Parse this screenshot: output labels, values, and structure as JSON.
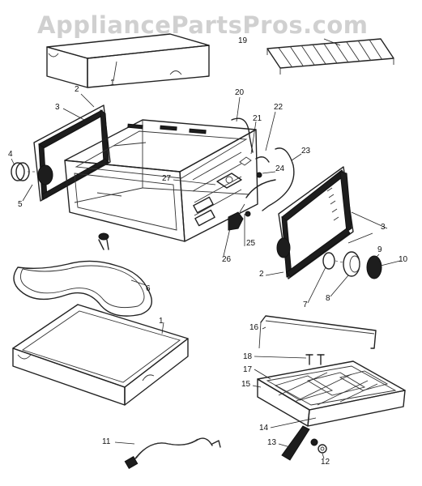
{
  "watermark": "AppliancePartsPros.com",
  "callouts": [
    {
      "id": "c1a",
      "text": "1"
    },
    {
      "id": "c1b",
      "text": "1"
    },
    {
      "id": "c2a",
      "text": "2"
    },
    {
      "id": "c2b",
      "text": "2"
    },
    {
      "id": "c3a",
      "text": "3"
    },
    {
      "id": "c3b",
      "text": "3"
    },
    {
      "id": "c4",
      "text": "4"
    },
    {
      "id": "c5",
      "text": "5"
    },
    {
      "id": "c6",
      "text": "6"
    },
    {
      "id": "c7",
      "text": "7"
    },
    {
      "id": "c8",
      "text": "8"
    },
    {
      "id": "c9",
      "text": "9"
    },
    {
      "id": "c10",
      "text": "10"
    },
    {
      "id": "c11",
      "text": "11"
    },
    {
      "id": "c12",
      "text": "12"
    },
    {
      "id": "c13",
      "text": "13"
    },
    {
      "id": "c14",
      "text": "14"
    },
    {
      "id": "c15",
      "text": "15"
    },
    {
      "id": "c16",
      "text": "16"
    },
    {
      "id": "c17",
      "text": "17"
    },
    {
      "id": "c18",
      "text": "18"
    },
    {
      "id": "c19",
      "text": "19"
    },
    {
      "id": "c20",
      "text": "20"
    },
    {
      "id": "c21",
      "text": "21"
    },
    {
      "id": "c22",
      "text": "22"
    },
    {
      "id": "c23",
      "text": "23"
    },
    {
      "id": "c24",
      "text": "24"
    },
    {
      "id": "c25",
      "text": "25"
    },
    {
      "id": "c26",
      "text": "26"
    },
    {
      "id": "c27",
      "text": "27"
    }
  ]
}
